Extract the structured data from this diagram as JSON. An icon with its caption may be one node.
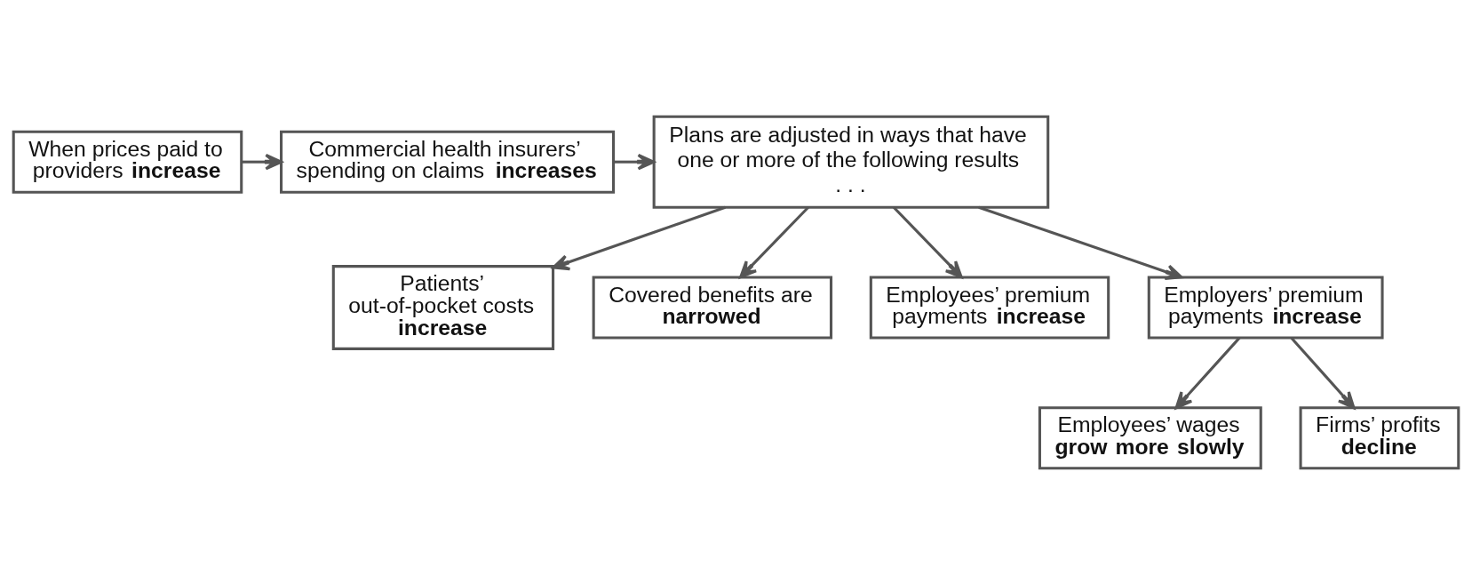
{
  "diagram": {
    "nodes": [
      {
        "text": [
          "When prices paid to providers **increase**"
        ]
      },
      {
        "text": [
          "Commercial health insurers’ spending on claims **increases**"
        ]
      },
      {
        "text": [
          "Plans are adjusted in ways that have one or more of the following results . . ."
        ]
      },
      {
        "text": [
          "Patients’ out-of-pocket costs **increase**"
        ]
      },
      {
        "text": [
          "Covered benefits are **narrowed**"
        ]
      },
      {
        "text": [
          "Employees’ premium payments **increase**"
        ]
      },
      {
        "text": [
          "Employers’ premium payments **increase**"
        ]
      },
      {
        "text": [
          "Employees’ wages **grow more slowly**"
        ]
      },
      {
        "text": [
          "Firms’ profits **decline**"
        ]
      }
    ],
    "edges": [
      {
        "from": 0,
        "to": 1,
        "arrow": "to"
      },
      {
        "from": 1,
        "to": 2,
        "arrow": "to"
      },
      {
        "from": 2,
        "to": 3,
        "arrow": "to"
      },
      {
        "from": 2,
        "to": 4,
        "arrow": "to"
      },
      {
        "from": 2,
        "to": 5,
        "arrow": "to"
      },
      {
        "from": 2,
        "to": 6,
        "arrow": "to"
      },
      {
        "from": 6,
        "to": 7,
        "arrow": "to"
      },
      {
        "from": 6,
        "to": 8,
        "arrow": "to"
      }
    ]
  }
}
